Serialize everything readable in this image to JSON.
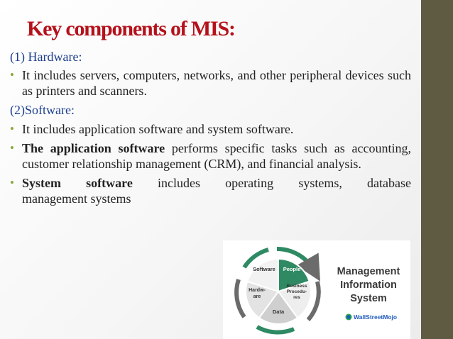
{
  "title": "Key components of MIS:",
  "sections": {
    "hardware_head": "(1) Hardware:",
    "hardware_bullet": "It  includes servers, computers, networks, and other peripheral devices such as printers and scanners.",
    "software_head": "(2)Software:",
    "software_bullet1": "It includes application software and system software.",
    "app_bold": "The application software",
    "app_rest": " performs specific tasks such as accounting, customer relationship management (CRM), and financial analysis.",
    "sys_bold": "System software",
    "sys_rest_line1": " includes operating systems, database",
    "sys_rest_line2": "management systems"
  },
  "bullet_glyph": "•",
  "diagram": {
    "segments": [
      "Software",
      "People",
      "Business Procedu- res",
      "Data",
      "Hardw- are"
    ],
    "logo_title": [
      "Management",
      "Information",
      "System"
    ],
    "brand": "WallStreetMojo"
  },
  "colors": {
    "title": "#b5121b",
    "heading": "#1d3f8f",
    "bullet": "#8aa83a",
    "sidebar": "#5f5a42",
    "ring": "#2e8a63"
  }
}
